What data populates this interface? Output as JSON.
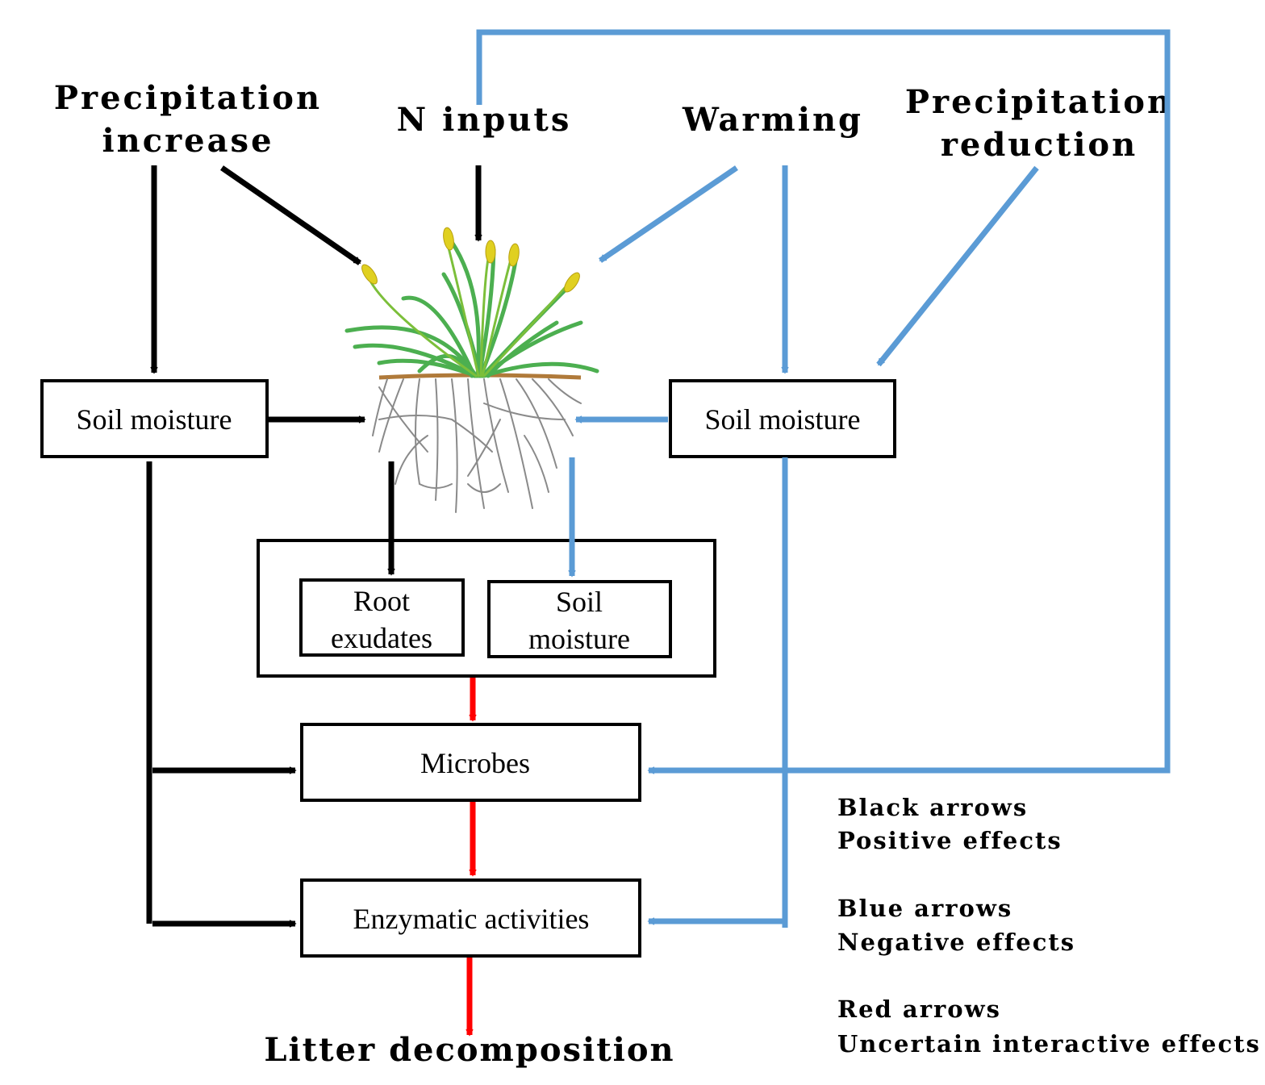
{
  "labels": {
    "precip_increase": [
      "Precipitation",
      "increase"
    ],
    "n_inputs": "N inputs",
    "warming": "Warming",
    "precip_reduction": [
      "Precipitation",
      "reduction"
    ]
  },
  "boxes": {
    "soil_moisture_left": "Soil moisture",
    "soil_moisture_right": "Soil moisture",
    "root_exudates": [
      "Root",
      "exudates"
    ],
    "soil_moisture_center": [
      "Soil",
      "moisture"
    ],
    "microbes": "Microbes",
    "enzymatic_activities": "Enzymatic activities"
  },
  "final_label": "Litter decomposition",
  "legend": [
    {
      "color_name": "Black arrows",
      "meaning": "Positive effects",
      "color": "#000000"
    },
    {
      "color_name": "Blue arrows",
      "meaning": "Negative effects",
      "color": "#5b9bd5"
    },
    {
      "color_name": "Red arrows",
      "meaning": "Uncertain interactive effects",
      "color": "#ff0000"
    }
  ],
  "colors": {
    "black": "#000000",
    "blue": "#5b9bd5",
    "red": "#ff0000",
    "leaf": "#4caf50",
    "flower": "#e0d020",
    "root": "#888888"
  }
}
